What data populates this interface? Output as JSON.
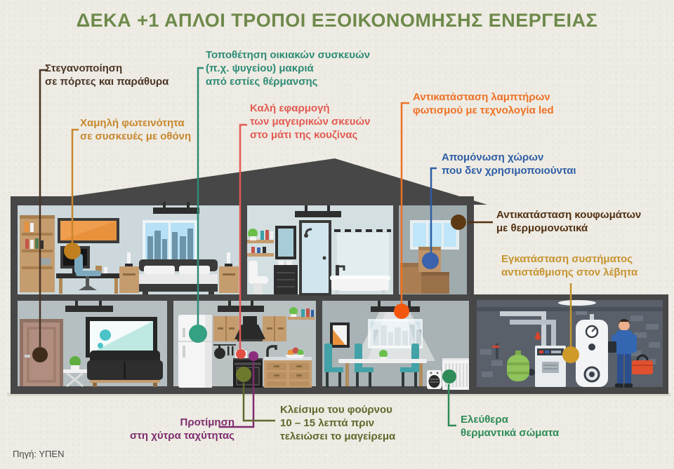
{
  "title": "ΔΕΚΑ +1 ΑΠΛΟΙ ΤΡΟΠΟΙ ΕΞΟΙΚΟΝΟΜΗΣΗΣ ΕΝΕΡΓΕΙΑΣ",
  "source": "Πηγή: ΥΠΕΝ",
  "colors": {
    "background": "#edebe3",
    "title_green": "#6e894a",
    "house_wall": "#474747",
    "seal": "#4a3526",
    "brightness": "#c8862d",
    "appliances": "#2e8b76",
    "pots": "#e25a52",
    "led": "#ee7125",
    "isolate": "#2e5ea6",
    "windows": "#522f10",
    "boiler": "#c6932e",
    "cooker": "#7d2c6f",
    "oven": "#5f682c",
    "radiators": "#2e8b58"
  },
  "tips": [
    {
      "id": "seal-doors-windows",
      "text": "Στεγανοποίηση\nσε πόρτες και παράθυρα",
      "color": "#4a3526",
      "dot_color": "#3f2c1a",
      "points_to": "front-door"
    },
    {
      "id": "low-screen-brightness",
      "text": "Χαμηλή φωτεινότητα\nσε συσκευές με οθόνη",
      "color": "#c8862d",
      "dot_color": "#c0801f",
      "points_to": "computer-monitor"
    },
    {
      "id": "appliances-away-from-heat",
      "text": "Τοποθέτηση οικιακών συσκευών\n(π.χ. ψυγείου) μακριά\nαπό εστίες θέρμανσης",
      "color": "#2e8b76",
      "dot_color": "#35a183",
      "points_to": "fridge"
    },
    {
      "id": "pots-fit-burner",
      "text": "Καλή εφαρμογή\nτων μαγειρικών σκευών\nστο μάτι της κουζίνας",
      "color": "#e25a52",
      "dot_color": "#e25045",
      "points_to": "cooking-pot"
    },
    {
      "id": "led-lighting",
      "text": "Αντικατάσταση λαμπτήρων\nφωτισμού με τεχνολογία led",
      "color": "#ee7125",
      "dot_color": "#f3570f",
      "points_to": "pendant-lamp"
    },
    {
      "id": "isolate-unused-rooms",
      "text": "Απομόνωση χώρων\nπου δεν χρησιμοποιούνται",
      "color": "#2e5ea6",
      "dot_color": "#3a62ad",
      "points_to": "attic-room"
    },
    {
      "id": "insulated-window-frames",
      "text": "Αντικατάσταση κουφωμάτων\nμε θερμομονωτικά",
      "color": "#522f10",
      "dot_color": "#5d3a14",
      "points_to": "attic-window"
    },
    {
      "id": "boiler-compensation-system",
      "text": "Εγκατάσταση συστήματος\nαντιστάθμισης στον λέβητα",
      "color": "#c6932e",
      "dot_color": "#d09a28",
      "points_to": "boiler"
    },
    {
      "id": "pressure-cooker",
      "text": "Προτίμηση\nστη χύτρα ταχύτητας",
      "color": "#7d2c6f",
      "dot_color": "#8c2d7d",
      "points_to": "pressure-cooker"
    },
    {
      "id": "oven-off-early",
      "text": "Κλείσιμο του φούρνου\n10 – 15 λεπτά πριν\nτελειώσει το μαγείρεμα",
      "color": "#5f682c",
      "dot_color": "#6d7a2e",
      "points_to": "oven"
    },
    {
      "id": "unobstructed-radiators",
      "text": "Ελεύθερα\nθερμαντικά σώματα",
      "color": "#2e8b58",
      "dot_color": "#2e8b58",
      "points_to": "radiator"
    }
  ]
}
